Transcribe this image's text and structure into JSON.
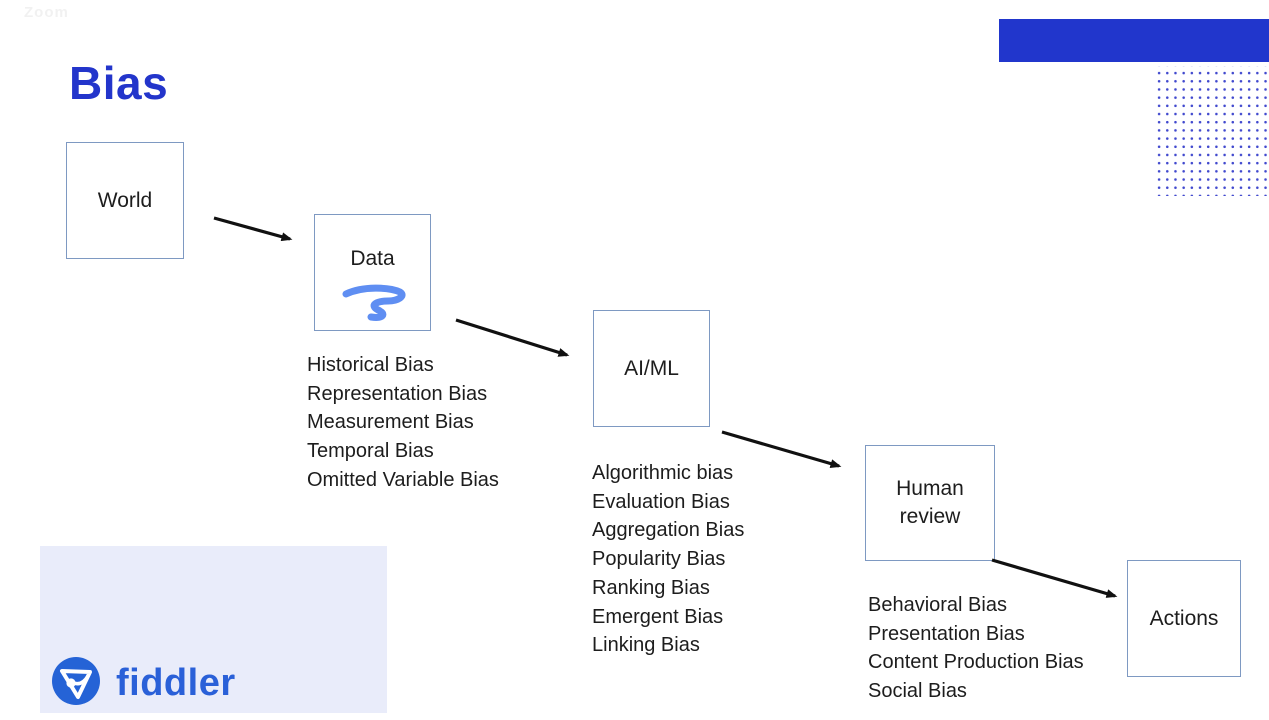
{
  "page": {
    "title": "Bias",
    "watermark": "Zoom"
  },
  "brand": {
    "name": "fiddler",
    "logo_icon": "fiddler-triangle-dot-icon"
  },
  "colors": {
    "title_blue": "#2335CB",
    "accent_bar_blue": "#2136CC",
    "dot_grid_blue": "#4149CE",
    "box_border_blue": "#7E99C2",
    "ink_annotation_blue": "#5F8EF2",
    "logo_blue": "#2A60D8",
    "panel_lavender": "#E9ECFA",
    "text_dark": "#1D1D1D",
    "arrow_black": "#111111"
  },
  "diagram": {
    "stages": [
      {
        "label": "World"
      },
      {
        "label": "Data"
      },
      {
        "label": "AI/ML"
      },
      {
        "label": "Human review"
      },
      {
        "label": "Actions"
      }
    ],
    "flow": "World → Data → AI/ML → Human review → Actions",
    "annotation": "hand-drawn blue scribble under the word Data",
    "bias_lists": {
      "data": [
        "Historical Bias",
        "Representation Bias",
        "Measurement Bias",
        "Temporal Bias",
        "Omitted Variable Bias"
      ],
      "aiml": [
        "Algorithmic bias",
        "Evaluation Bias",
        "Aggregation Bias",
        "Popularity Bias",
        "Ranking Bias",
        "Emergent Bias",
        "Linking Bias"
      ],
      "human_review": [
        "Behavioral Bias",
        "Presentation Bias",
        "Content Production Bias",
        "Social Bias"
      ]
    }
  }
}
